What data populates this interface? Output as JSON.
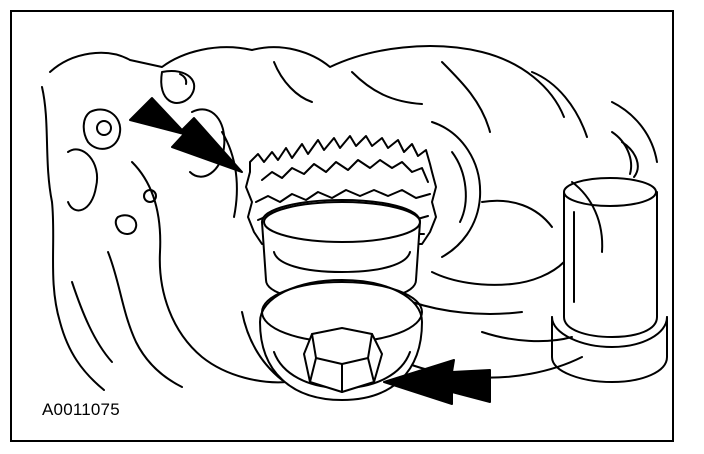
{
  "figure": {
    "id_label": "A0011075"
  },
  "colors": {
    "ink": "#000000",
    "paper": "#ffffff"
  },
  "parts": [
    "engine-housing",
    "crankshaft-sprocket-gear",
    "crankshaft-pulley-hub",
    "crankshaft-bolt-head",
    "oil-pump-housing"
  ],
  "indicators": [
    "arrow-to-sprocket",
    "arrow-to-bolt"
  ]
}
